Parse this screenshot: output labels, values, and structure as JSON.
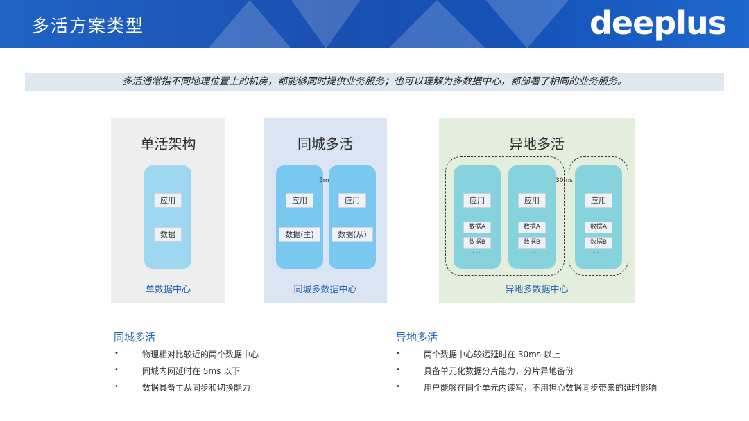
{
  "header": {
    "title": "多活方案类型",
    "logo": "deeplus",
    "background": "#1a4fb0"
  },
  "intro": "多活通常指不同地理位置上的机房，都能够同时提供业务服务；也可以理解为多数据中心，都部署了相同的业务服务。",
  "panels": [
    {
      "title": "单活架构",
      "caption": "单数据中心",
      "background": "#eeeeee",
      "dc_color": "#9dd7f0",
      "dcs": [
        {
          "app": "应用",
          "data": "数据"
        }
      ]
    },
    {
      "title": "同城多活",
      "caption": "同城多数据中心",
      "latency": "5ms",
      "background": "#dbe4f3",
      "dc_color": "#79c8f0",
      "dcs": [
        {
          "app": "应用",
          "data": "数据(主)"
        },
        {
          "app": "应用",
          "data": "数据(从)"
        }
      ]
    },
    {
      "title": "异地多活",
      "caption": "异地多数据中心",
      "latency": "30ms",
      "background": "#e3efdc",
      "dc_color": "#86d3dd",
      "dcs": [
        {
          "app": "应用",
          "data_a": "数据A",
          "data_b": "数据B",
          "more": "···"
        },
        {
          "app": "应用",
          "data_a": "数据A",
          "data_b": "数据B",
          "more": "···"
        },
        {
          "app": "应用",
          "data_a": "数据A",
          "data_b": "数据B",
          "more": "···"
        }
      ]
    }
  ],
  "lists": [
    {
      "title": "同城多活",
      "bullet": "•",
      "items": [
        "物理相对比较近的两个数据中心",
        "同城内网延时在 5ms 以下",
        "数据具备主从同步和切换能力"
      ]
    },
    {
      "title": "异地多活",
      "bullet": "•",
      "items": [
        "两个数据中心较远延时在 30ms 以上",
        "具备单元化数据分片能力，分片异地备份",
        "用户能够在同个单元内读写，不用担心数据同步带来的延时影响"
      ]
    }
  ]
}
